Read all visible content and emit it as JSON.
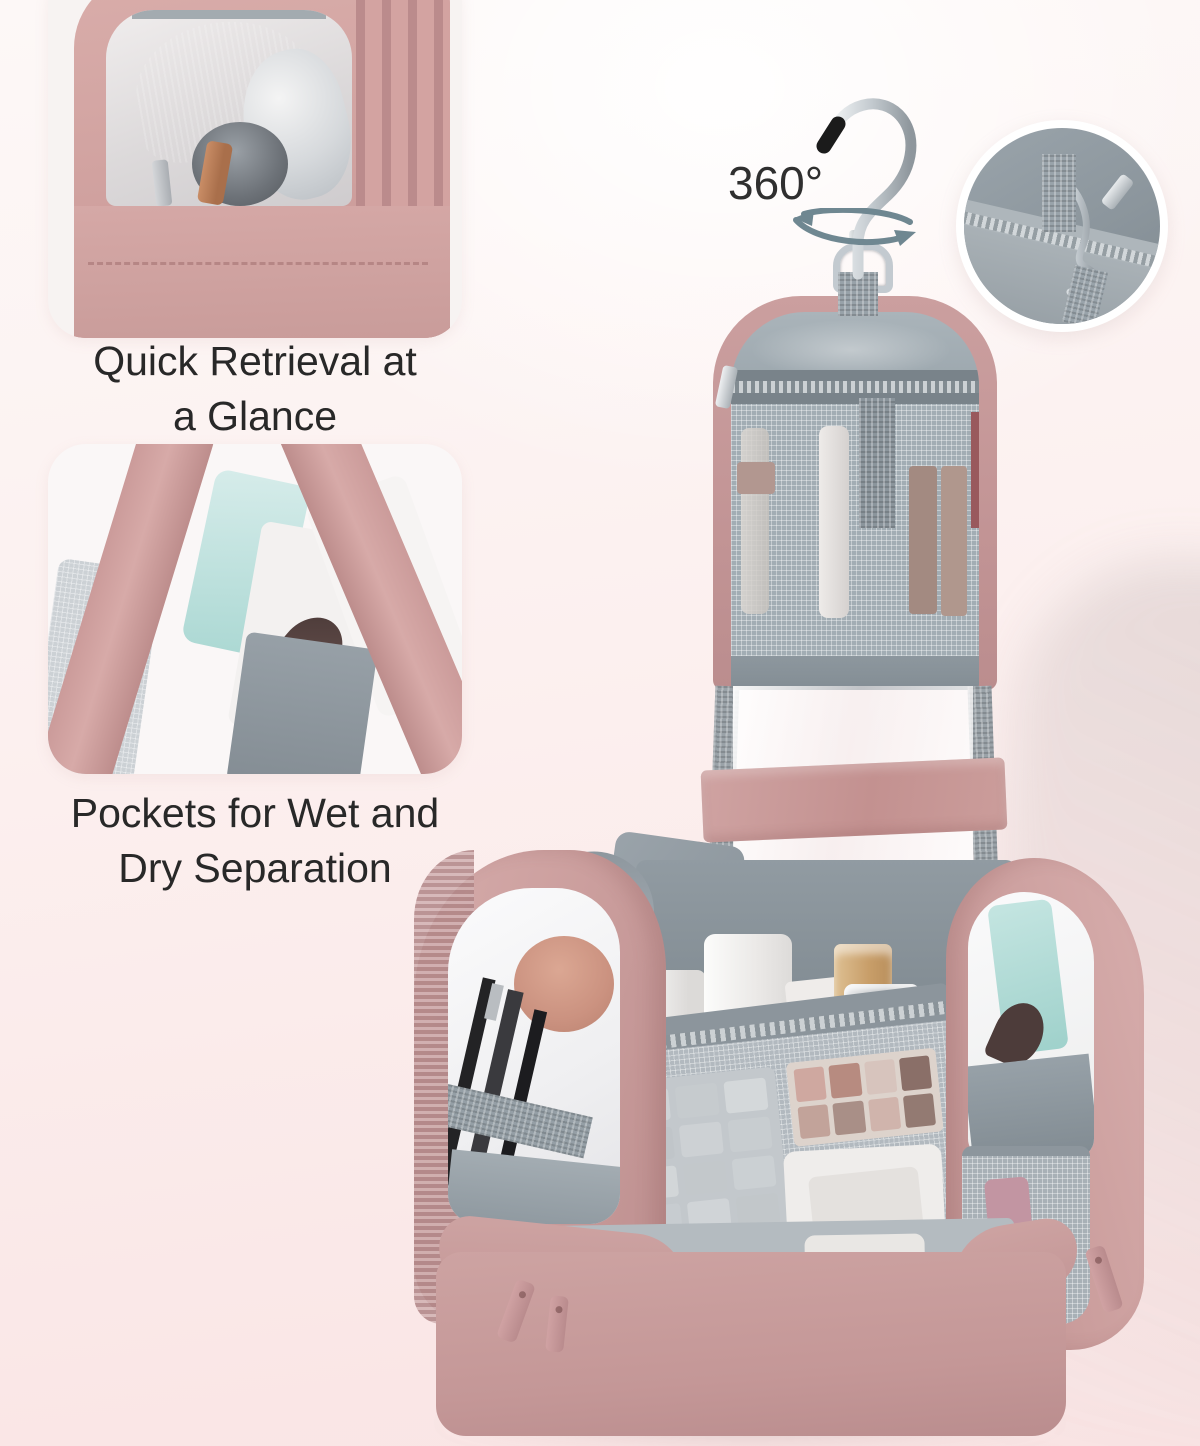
{
  "page": {
    "background_top": "#fdf8f7",
    "background_bottom": "#f9e4e4"
  },
  "features": [
    {
      "id": "quick-retrieval",
      "line1": "Quick Retrieval at",
      "line2": "a Glance"
    },
    {
      "id": "wet-dry-separation",
      "line1": "Pockets for Wet and",
      "line2": "Dry Separation"
    }
  ],
  "rotation": {
    "label": "360°"
  },
  "colors": {
    "bag_pink": "#cb9e9e",
    "bag_pink_dark": "#b98d8e",
    "fabric_gray": "#959fa6",
    "mesh_gray": "#b2b9bf",
    "metal_silver": "#c6ccd1",
    "rotation_arrow": "#6f8791",
    "caption_text": "#282828"
  },
  "icons": {
    "hook": "hanging-hook-icon",
    "rotation_arrows": "rotation-arrow-icon",
    "zipper_pull": "zipper-pull-icon",
    "d_ring": "d-ring-icon"
  }
}
